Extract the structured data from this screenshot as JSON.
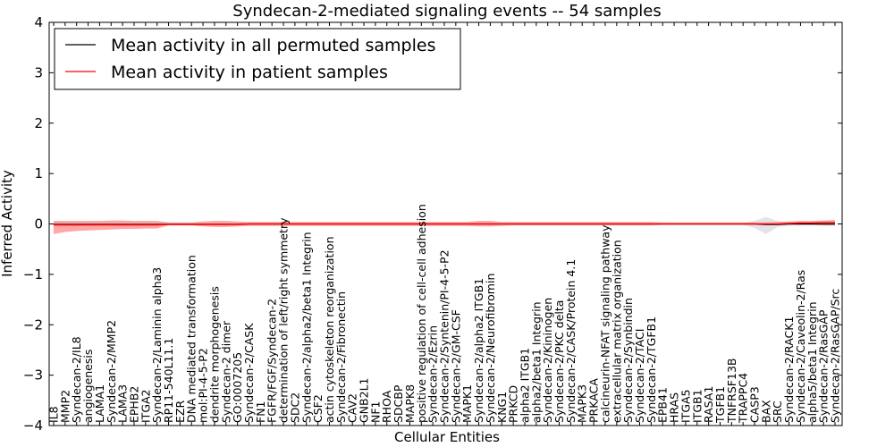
{
  "chart_data": {
    "type": "line",
    "title": "Syndecan-2-mediated signaling events -- 54 samples",
    "xlabel": "Cellular Entities",
    "ylabel": "Inferred Activity",
    "ylim": [
      -4,
      4
    ],
    "yticks": [
      -4,
      -3,
      -2,
      -1,
      0,
      1,
      2,
      3,
      4
    ],
    "grid": false,
    "legend_position": "top-left",
    "categories": [
      "IL8",
      "MMP2",
      "Syndecan-2/IL8",
      "angiogenesis",
      "LAMA1",
      "Syndecan-2/MMP2",
      "LAMA3",
      "EPHB2",
      "ITGA2",
      "Syndecan-2/Laminin alpha3",
      "RP11-540L11.1",
      "EZR",
      "DNA mediated transformation",
      "mol:PI-4-5-P2",
      "dendrite morphogenesis",
      "Syndecan-2 dimer",
      "GO:0007205",
      "Syndecan-2/CASK",
      "FN1",
      "FGFR/FGF/Syndecan-2",
      "determination of left/right symmetry",
      "SDC2",
      "Syndecan-2/alpha2/beta1 Integrin",
      "CSF2",
      "actin cytoskeleton reorganization",
      "Syndecan-2/Fibronectin",
      "CAV2",
      "GNB2L1",
      "NF1",
      "RHOA",
      "SDCBP",
      "MAPK8",
      "positive regulation of cell-cell adhesion",
      "Syndecan-2/Ezrin",
      "Syndecan-2/Syntenin/PI-4-5-P2",
      "Syndecan-2/GM-CSF",
      "MAPK1",
      "Syndecan-2/alpha2 ITGB1",
      "Syndecan-2/Neurofibromin",
      "KNG1",
      "PRKCD",
      "alpha2 ITGB1",
      "alpha2/beta1 Integrin",
      "Syndecan-2/Kininogen",
      "Syndecan-2/PKC delta",
      "Syndecan-2/CASK/Protein 4.1",
      "MAPK3",
      "PRKACA",
      "calcineurin-NFAT signaling pathway",
      "extracellular matrix organization",
      "Syndecan-2/Synbindin",
      "Syndecan-2/TACI",
      "Syndecan-2/TGFB1",
      "EPB41",
      "HRAS",
      "ITGA5",
      "ITGB1",
      "RASA1",
      "TGFB1",
      "TNFRSF13B",
      "TRAPPC4",
      "CASP3",
      "BAX",
      "SRC",
      "Syndecan-2/RACK1",
      "Syndecan-2/Caveolin-2/Ras",
      "alpha5/beta1 Integrin",
      "Syndecan-2/RasGAP",
      "Syndecan-2/RasGAP/Src"
    ],
    "series": [
      {
        "name": "Mean activity in all permuted samples",
        "color": "#000000",
        "values": [
          -0.01,
          -0.01,
          -0.01,
          -0.01,
          -0.01,
          -0.01,
          -0.01,
          -0.01,
          -0.01,
          -0.01,
          -0.005,
          -0.005,
          -0.005,
          -0.005,
          -0.005,
          -0.005,
          -0.005,
          0,
          0,
          0,
          0,
          0,
          0,
          0,
          0,
          0,
          0,
          0,
          0,
          0,
          0,
          0,
          0,
          0,
          0,
          0,
          0,
          0,
          0,
          0,
          0,
          0,
          0,
          0,
          0,
          0,
          0,
          0,
          0,
          0,
          0,
          0,
          0,
          0,
          0,
          0,
          0,
          0,
          0,
          0,
          0,
          0,
          -0.01,
          -0.01,
          0,
          0,
          0,
          0,
          0
        ],
        "band": {
          "color": "#b0b0c0",
          "lower": [
            -0.05,
            -0.04,
            -0.04,
            -0.04,
            -0.03,
            -0.03,
            -0.03,
            -0.03,
            -0.03,
            -0.03,
            -0.02,
            -0.02,
            -0.02,
            -0.02,
            -0.02,
            -0.02,
            -0.02,
            -0.02,
            -0.02,
            -0.02,
            -0.02,
            -0.02,
            -0.02,
            -0.02,
            -0.02,
            -0.02,
            -0.02,
            -0.02,
            -0.02,
            -0.02,
            -0.02,
            -0.02,
            -0.02,
            -0.02,
            -0.02,
            -0.02,
            -0.02,
            -0.02,
            -0.02,
            -0.02,
            -0.02,
            -0.02,
            -0.02,
            -0.02,
            -0.02,
            -0.02,
            -0.02,
            -0.02,
            -0.02,
            -0.02,
            -0.02,
            -0.02,
            -0.02,
            -0.02,
            -0.02,
            -0.02,
            -0.02,
            -0.02,
            -0.02,
            -0.02,
            -0.02,
            -0.08,
            -0.2,
            -0.06,
            -0.03,
            -0.03,
            -0.03,
            -0.03,
            -0.03
          ],
          "upper": [
            0.05,
            0.04,
            0.04,
            0.04,
            0.03,
            0.03,
            0.03,
            0.03,
            0.03,
            0.03,
            0.02,
            0.02,
            0.02,
            0.02,
            0.02,
            0.02,
            0.02,
            0.02,
            0.02,
            0.02,
            0.02,
            0.02,
            0.02,
            0.02,
            0.02,
            0.02,
            0.02,
            0.02,
            0.02,
            0.02,
            0.02,
            0.02,
            0.02,
            0.02,
            0.02,
            0.02,
            0.02,
            0.02,
            0.02,
            0.02,
            0.02,
            0.02,
            0.02,
            0.02,
            0.02,
            0.02,
            0.02,
            0.02,
            0.02,
            0.02,
            0.02,
            0.02,
            0.02,
            0.02,
            0.02,
            0.02,
            0.02,
            0.02,
            0.02,
            0.02,
            0.02,
            0.06,
            0.14,
            0.06,
            0.03,
            0.03,
            0.03,
            0.03,
            0.03
          ]
        }
      },
      {
        "name": "Mean activity in patient samples",
        "color": "#ff0000",
        "values": [
          -0.02,
          -0.02,
          -0.02,
          -0.02,
          -0.02,
          -0.02,
          -0.02,
          -0.02,
          -0.02,
          -0.02,
          -0.01,
          -0.01,
          -0.01,
          -0.01,
          -0.01,
          -0.01,
          -0.01,
          0,
          0,
          0,
          0,
          0,
          0,
          0,
          0,
          0,
          0,
          0,
          0,
          0,
          0,
          0,
          0,
          0,
          0,
          0,
          0,
          0,
          0,
          0,
          0,
          0,
          0,
          0,
          0,
          0,
          0,
          0,
          0,
          0,
          0,
          0,
          0,
          0,
          0,
          0,
          0,
          0,
          0,
          0,
          0,
          0,
          0,
          0,
          0.01,
          0.02,
          0.02,
          0.03,
          0.03
        ],
        "band": {
          "color": "#ff8080",
          "lower": [
            -0.2,
            -0.16,
            -0.14,
            -0.13,
            -0.12,
            -0.11,
            -0.1,
            -0.1,
            -0.09,
            -0.09,
            -0.03,
            -0.03,
            -0.03,
            -0.05,
            -0.06,
            -0.06,
            -0.05,
            -0.04,
            -0.04,
            -0.04,
            -0.04,
            -0.04,
            -0.04,
            -0.04,
            -0.04,
            -0.04,
            -0.04,
            -0.04,
            -0.04,
            -0.04,
            -0.04,
            -0.04,
            -0.04,
            -0.04,
            -0.04,
            -0.04,
            -0.04,
            -0.05,
            -0.05,
            -0.04,
            -0.03,
            -0.03,
            -0.03,
            -0.03,
            -0.03,
            -0.03,
            -0.03,
            -0.03,
            -0.03,
            -0.03,
            -0.03,
            -0.03,
            -0.03,
            -0.02,
            -0.02,
            -0.02,
            -0.02,
            -0.02,
            -0.02,
            -0.02,
            -0.02,
            -0.02,
            -0.02,
            -0.02,
            -0.02,
            -0.02,
            -0.02,
            -0.03,
            -0.03
          ],
          "upper": [
            0.06,
            0.06,
            0.06,
            0.06,
            0.06,
            0.07,
            0.07,
            0.06,
            0.06,
            0.06,
            0.03,
            0.03,
            0.03,
            0.05,
            0.06,
            0.06,
            0.05,
            0.04,
            0.04,
            0.04,
            0.04,
            0.04,
            0.04,
            0.04,
            0.04,
            0.04,
            0.04,
            0.04,
            0.04,
            0.04,
            0.04,
            0.04,
            0.04,
            0.04,
            0.04,
            0.04,
            0.04,
            0.06,
            0.06,
            0.04,
            0.04,
            0.04,
            0.04,
            0.04,
            0.04,
            0.04,
            0.04,
            0.04,
            0.04,
            0.04,
            0.04,
            0.04,
            0.04,
            0.03,
            0.03,
            0.03,
            0.03,
            0.03,
            0.03,
            0.03,
            0.03,
            0.03,
            0.03,
            0.04,
            0.05,
            0.06,
            0.06,
            0.07,
            0.08
          ]
        }
      }
    ]
  }
}
